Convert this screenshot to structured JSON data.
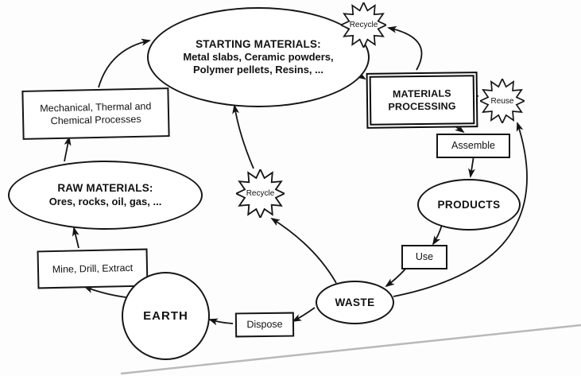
{
  "nodes": {
    "starting_materials": {
      "title": "STARTING MATERIALS:",
      "body": "Metal slabs, Ceramic powders, Polymer pellets, Resins, ..."
    },
    "recycle_top": {
      "label": "Recycle"
    },
    "materials_processing": {
      "label": "MATERIALS PROCESSING"
    },
    "reuse": {
      "label": "Reuse"
    },
    "processes": {
      "label": "Mechanical, Thermal and Chemical Processes"
    },
    "assemble": {
      "label": "Assemble"
    },
    "raw_materials": {
      "title": "RAW MATERIALS:",
      "body": "Ores, rocks, oil, gas, ..."
    },
    "recycle_center": {
      "label": "Recycle"
    },
    "products": {
      "label": "PRODUCTS"
    },
    "mine_drill_extract": {
      "label": "Mine, Drill, Extract"
    },
    "use": {
      "label": "Use"
    },
    "earth": {
      "label": "EARTH"
    },
    "waste": {
      "label": "WASTE"
    },
    "dispose": {
      "label": "Dispose"
    }
  },
  "edges": [
    {
      "from": "earth",
      "to": "mine_drill_extract"
    },
    {
      "from": "mine_drill_extract",
      "to": "raw_materials"
    },
    {
      "from": "raw_materials",
      "to": "processes"
    },
    {
      "from": "processes",
      "to": "starting_materials"
    },
    {
      "from": "starting_materials",
      "to": "materials_processing"
    },
    {
      "from": "materials_processing",
      "to": "recycle_top"
    },
    {
      "from": "recycle_top",
      "to": "starting_materials"
    },
    {
      "from": "materials_processing",
      "to": "assemble"
    },
    {
      "from": "assemble",
      "to": "products"
    },
    {
      "from": "products",
      "to": "use"
    },
    {
      "from": "use",
      "to": "waste"
    },
    {
      "from": "waste",
      "to": "dispose"
    },
    {
      "from": "dispose",
      "to": "earth"
    },
    {
      "from": "waste",
      "to": "recycle_center"
    },
    {
      "from": "recycle_center",
      "to": "starting_materials"
    },
    {
      "from": "waste",
      "to": "reuse"
    },
    {
      "from": "reuse",
      "to": "materials_processing"
    }
  ],
  "colors": {
    "ink": "#141414",
    "paper": "#fdfdfd",
    "page_edge": "#b9b9b9"
  }
}
